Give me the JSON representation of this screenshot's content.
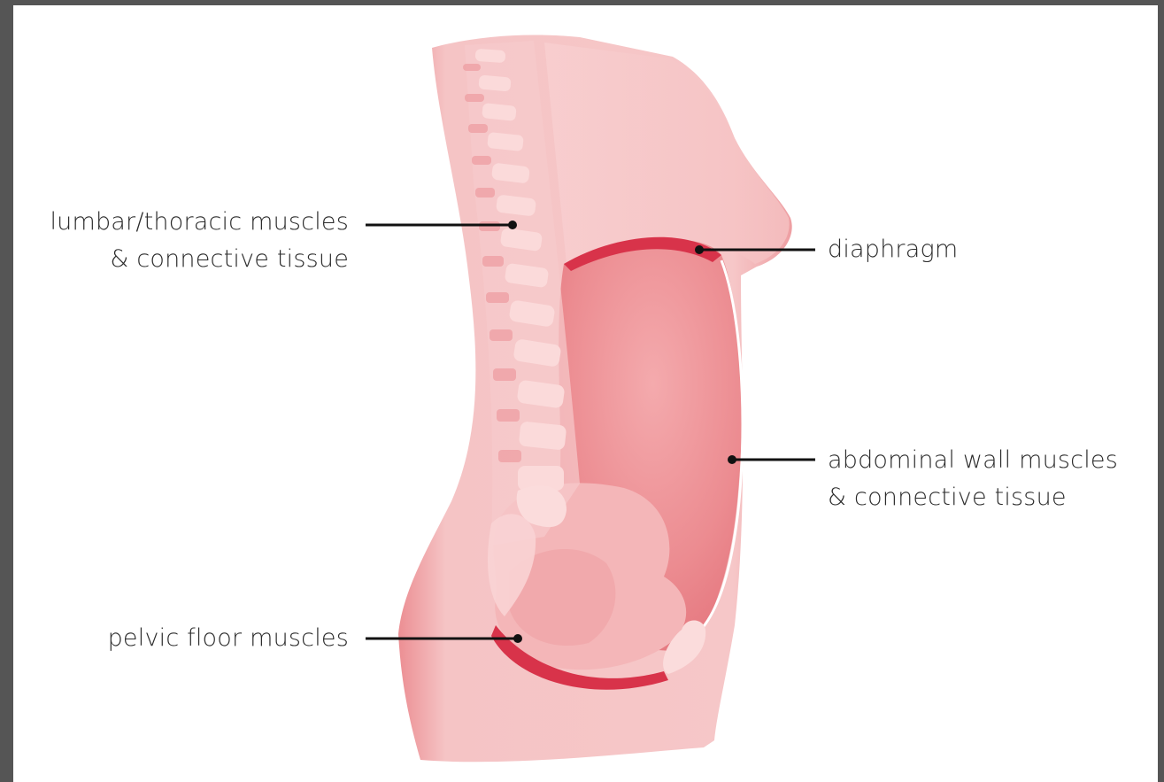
{
  "labels": {
    "lumbar": {
      "line1": "lumbar/thoracic muscles",
      "line2": "& connective tissue"
    },
    "diaphragm": {
      "line1": "diaphragm"
    },
    "abdominal": {
      "line1": "abdominal wall muscles",
      "line2": "& connective tissue"
    },
    "pelvic": {
      "line1": "pelvic floor muscles"
    }
  },
  "colors": {
    "background_frame": "#555555",
    "canvas": "#ffffff",
    "skin": "#f5c3c4",
    "skin_shadow": "#ec8f93",
    "cavity": "#e77a80",
    "cavity_center": "#f3a7aa",
    "muscle": "#d8334a",
    "bone": "#fbdada",
    "text": "#2b2b2b",
    "leader_line": "#111111"
  }
}
